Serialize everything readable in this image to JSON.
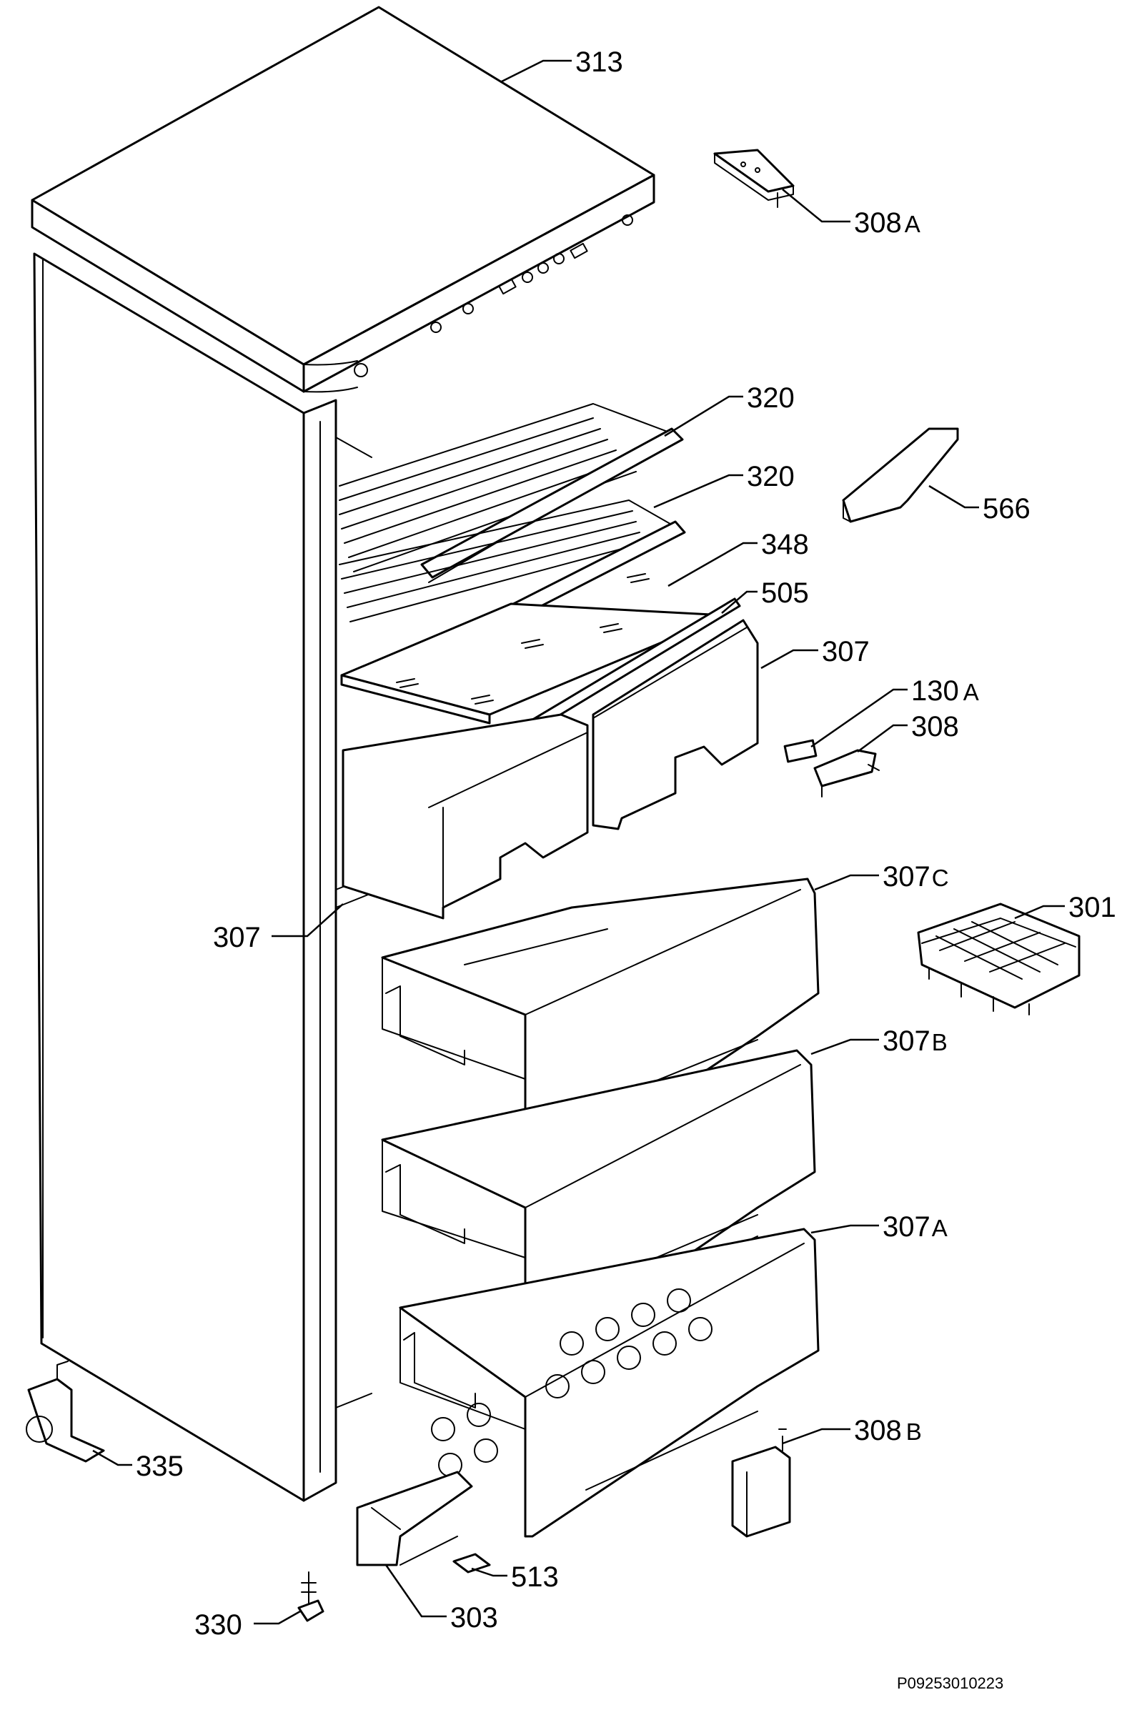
{
  "drawing_code": "P09253010223",
  "callouts": [
    {
      "id": "313",
      "num": "313",
      "sfx": ""
    },
    {
      "id": "308a",
      "num": "308",
      "sfx": "A"
    },
    {
      "id": "320a",
      "num": "320",
      "sfx": ""
    },
    {
      "id": "320b",
      "num": "320",
      "sfx": ""
    },
    {
      "id": "566",
      "num": "566",
      "sfx": ""
    },
    {
      "id": "348",
      "num": "348",
      "sfx": ""
    },
    {
      "id": "505",
      "num": "505",
      "sfx": ""
    },
    {
      "id": "307a",
      "num": "307",
      "sfx": ""
    },
    {
      "id": "130a",
      "num": "130",
      "sfx": "A"
    },
    {
      "id": "308",
      "num": "308",
      "sfx": ""
    },
    {
      "id": "307c",
      "num": "307",
      "sfx": "C"
    },
    {
      "id": "307l",
      "num": "307",
      "sfx": ""
    },
    {
      "id": "301",
      "num": "301",
      "sfx": ""
    },
    {
      "id": "307b",
      "num": "307",
      "sfx": "B"
    },
    {
      "id": "307aa",
      "num": "307",
      "sfx": "A"
    },
    {
      "id": "308b",
      "num": "308",
      "sfx": "B"
    },
    {
      "id": "335",
      "num": "335",
      "sfx": ""
    },
    {
      "id": "513",
      "num": "513",
      "sfx": ""
    },
    {
      "id": "330",
      "num": "330",
      "sfx": ""
    },
    {
      "id": "303",
      "num": "303",
      "sfx": ""
    }
  ]
}
